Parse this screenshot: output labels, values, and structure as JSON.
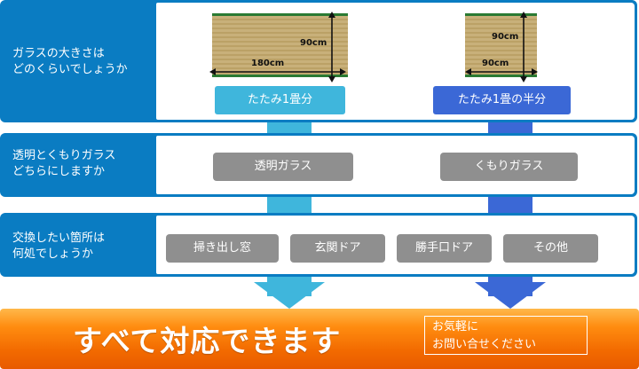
{
  "rows": {
    "size": {
      "label_line1": "ガラスの大きさは",
      "label_line2": "どのくらいでしょうか"
    },
    "glass": {
      "label_line1": "透明とくもりガラス",
      "label_line2": "どちらにしますか"
    },
    "place": {
      "label_line1": "交換したい箇所は",
      "label_line2": "何処でしょうか"
    }
  },
  "tatami_full": {
    "height": "90cm",
    "width": "180cm",
    "button": "たたみ1畳分"
  },
  "tatami_half": {
    "height": "90cm",
    "width": "90cm",
    "button": "たたみ1畳の半分"
  },
  "glass_options": {
    "clear": "透明ガラス",
    "frosted": "くもりガラス"
  },
  "place_options": {
    "sweep_window": "掃き出し窓",
    "entrance_door": "玄関ドア",
    "kitchen_door": "勝手口ドア",
    "other": "その他"
  },
  "cta": {
    "main": "すべて対応できます",
    "sub_line1": "お気軽に",
    "sub_line2": "お問い合せください"
  },
  "colors": {
    "row_blue": "#0a7cc2",
    "cyan": "#3fb6dc",
    "royal_blue": "#3b68d6",
    "grey_button": "#8f8f8f",
    "orange": "#f26a00"
  }
}
